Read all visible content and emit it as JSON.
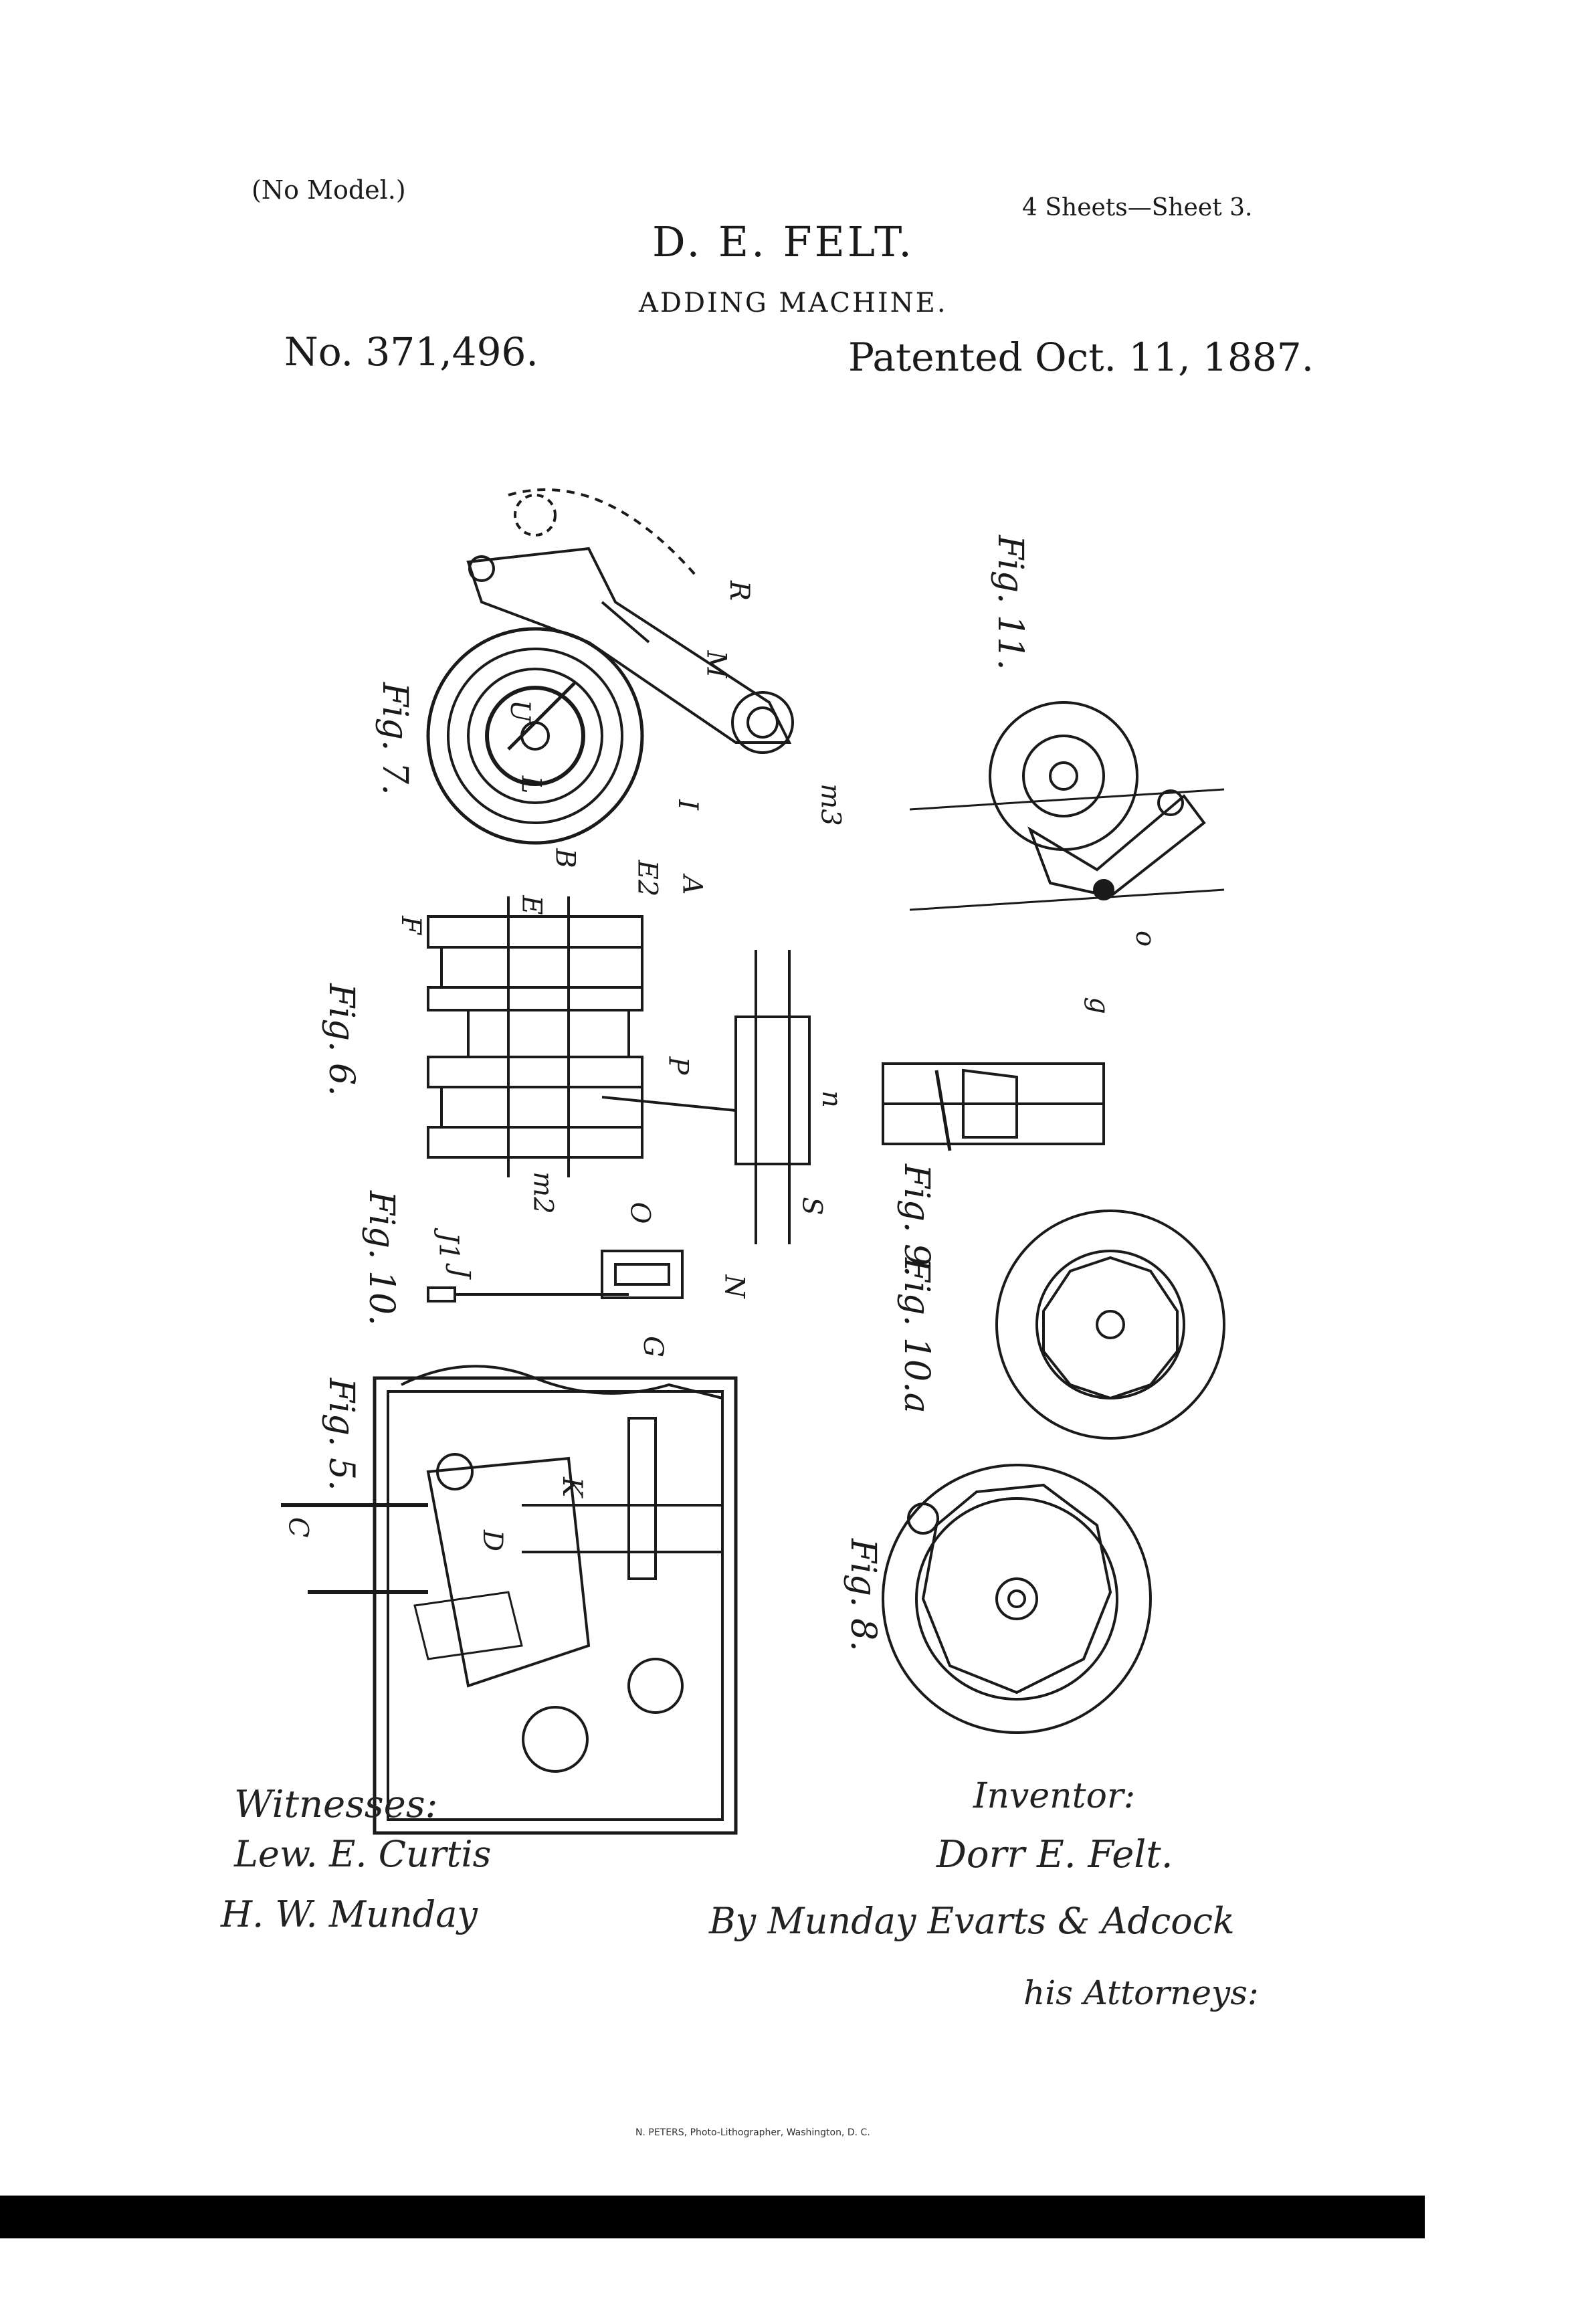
{
  "header": {
    "no_model": "(No Model.)",
    "sheets": "4 Sheets—Sheet 3.",
    "inventor_name": "D. E. FELT.",
    "title": "ADDING MACHINE.",
    "patent_no": "No. 371,496.",
    "patent_date": "Patented Oct. 11, 1887."
  },
  "figures": {
    "fig7": "Fig. 7.",
    "fig11": "Fig. 11.",
    "fig6": "Fig. 6.",
    "fig9": "Fig. 9.",
    "fig10": "Fig. 10.",
    "fig10a": "Fig. 10.a",
    "fig5": "Fig. 5.",
    "fig8": "Fig. 8."
  },
  "refs": [
    "R",
    "M",
    "m3",
    "L",
    "B",
    "E2",
    "I",
    "A",
    "U",
    "E",
    "F",
    "P",
    "N",
    "O",
    "S",
    "n",
    "g",
    "o",
    "m2",
    "J",
    "J1",
    "G",
    "C",
    "D",
    "K"
  ],
  "signatures": {
    "witnesses_label": "Witnesses:",
    "witness_1": "Lew. E. Curtis",
    "witness_2": "H. W. Munday",
    "inventor_label": "Inventor:",
    "inventor_signature": "Dorr E. Felt.",
    "by_line": "By Munday Evarts & Adcock",
    "attorneys_label": "his Attorneys:"
  },
  "footer": {
    "lithographer": "N. PETERS, Photo-Lithographer, Washington, D. C."
  }
}
